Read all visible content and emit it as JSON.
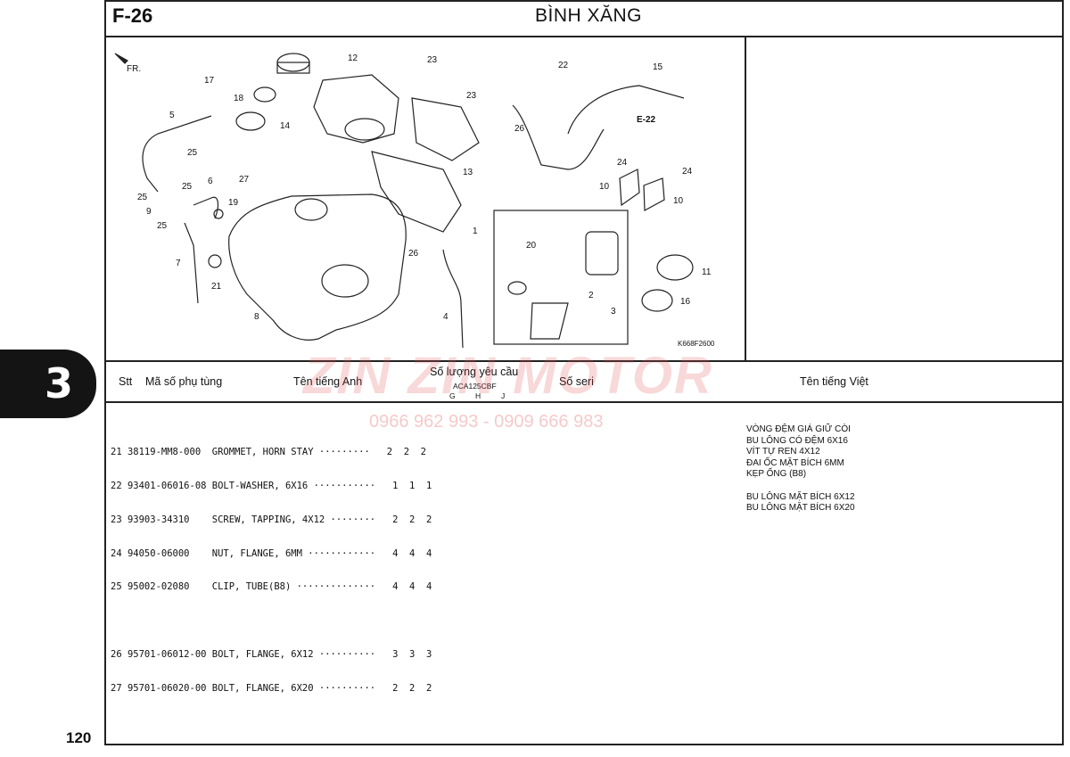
{
  "header": {
    "code": "F-26",
    "title": "BÌNH XĂNG"
  },
  "diagram": {
    "code": "K668F2600",
    "fr_label": "FR.",
    "ref_label": "E-22"
  },
  "callouts": [
    "1",
    "2",
    "3",
    "4",
    "5",
    "6",
    "7",
    "8",
    "9",
    "10",
    "10",
    "11",
    "12",
    "13",
    "14",
    "15",
    "16",
    "17",
    "18",
    "19",
    "20",
    "21",
    "22",
    "23",
    "23",
    "24",
    "24",
    "25",
    "25",
    "25",
    "25",
    "26",
    "26",
    "27"
  ],
  "table": {
    "headers": {
      "stt": "Stt",
      "part_no": "Mã số phụ tùng",
      "name_en": "Tên tiếng Anh",
      "qty": "Số lượng yêu cầu",
      "model": "ACA125CBF",
      "variants": [
        "G",
        "H",
        "J"
      ],
      "serial": "Số seri",
      "name_vi": "Tên tiếng Việt"
    },
    "rows": [
      {
        "line": "21 38119-MM8-000  GROMMET, HORN STAY ·········   2  2  2",
        "vi": "VÒNG ĐỆM GIÁ GIỮ CÒI"
      },
      {
        "line": "22 93401-06016-08 BOLT-WASHER, 6X16 ···········   1  1  1",
        "vi": "BU LÔNG CÓ ĐỆM 6X16"
      },
      {
        "line": "23 93903-34310    SCREW, TAPPING, 4X12 ········   2  2  2",
        "vi": "VÍT TỰ REN 4X12"
      },
      {
        "line": "24 94050-06000    NUT, FLANGE, 6MM ············   4  4  4",
        "vi": "ĐAI ỐC MẶT BÍCH 6MM"
      },
      {
        "line": "25 95002-02080    CLIP, TUBE(B8) ··············   4  4  4",
        "vi": "KẸP ỐNG (B8)"
      },
      {
        "line": "26 95701-06012-00 BOLT, FLANGE, 6X12 ··········   3  3  3",
        "vi": "BU LÔNG MẶT BÍCH 6X12"
      },
      {
        "line": "27 95701-06020-00 BOLT, FLANGE, 6X20 ··········   2  2  2",
        "vi": "BU LÔNG MẶT BÍCH 6X20"
      }
    ]
  },
  "side_tab": "3",
  "page_number": "120",
  "watermark": {
    "brand": "ZIN ZIN MOTOR",
    "phone": "0966 962 993 - 0909 666 983"
  }
}
